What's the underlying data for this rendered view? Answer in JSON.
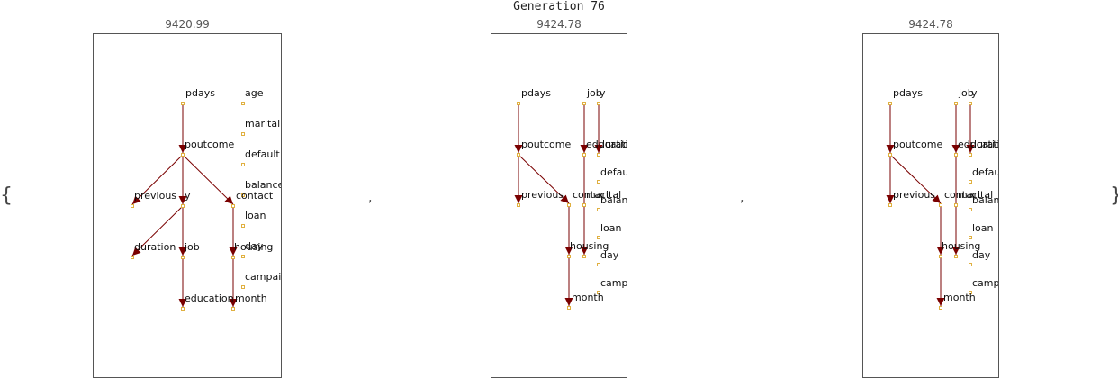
{
  "title": "Generation 76",
  "open_brace": "{",
  "close_brace": "}",
  "separator": ",",
  "colors": {
    "edge": "#7a0000",
    "node_marker": "#e0b040",
    "frame": "#555555"
  },
  "panels": [
    {
      "score": "9420.99",
      "labels": [
        "pdays",
        "age",
        "marital",
        "default",
        "balance",
        "poutcome",
        "previous",
        "y",
        "contact",
        "loan",
        "duration",
        "job",
        "day",
        "housing",
        "campaign",
        "education",
        "month"
      ]
    },
    {
      "score": "9424.78",
      "labels": [
        "pdays",
        "job",
        "y",
        "poutcome",
        "education",
        "duration",
        "default",
        "previous",
        "contact",
        "marital",
        "balance",
        "loan",
        "housing",
        "day",
        "campaign",
        "month"
      ]
    },
    {
      "score": "9424.78",
      "labels": [
        "pdays",
        "job",
        "y",
        "poutcome",
        "education",
        "duration",
        "default",
        "previous",
        "contact",
        "marital",
        "balance",
        "loan",
        "housing",
        "day",
        "campaign",
        "month"
      ]
    }
  ]
}
